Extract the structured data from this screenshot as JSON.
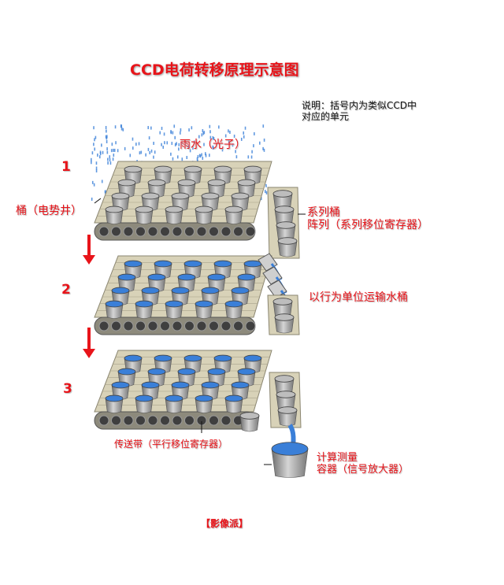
{
  "title": "CCD电荷转移原理示意图",
  "note": [
    "说明：括号内为类似CCD中",
    "对应的单元"
  ],
  "steps": [
    "1",
    "2",
    "3"
  ],
  "labels": {
    "rain": "雨水（光子）",
    "bucket": "桶（电势井）",
    "serial_line1": "系列桶",
    "serial_line2": "阵列（系列移位寄存器）",
    "transport": "以行为单位运输水桶",
    "belt": "传送带（平行移位寄存器）",
    "measure_line1": "计算测量",
    "measure_line2": "容器（信号放大器）"
  },
  "watermark": "【影像派】",
  "colors": {
    "label": "#e8141a",
    "water": "#3a7fd8",
    "belt": "#d8d2b8"
  }
}
